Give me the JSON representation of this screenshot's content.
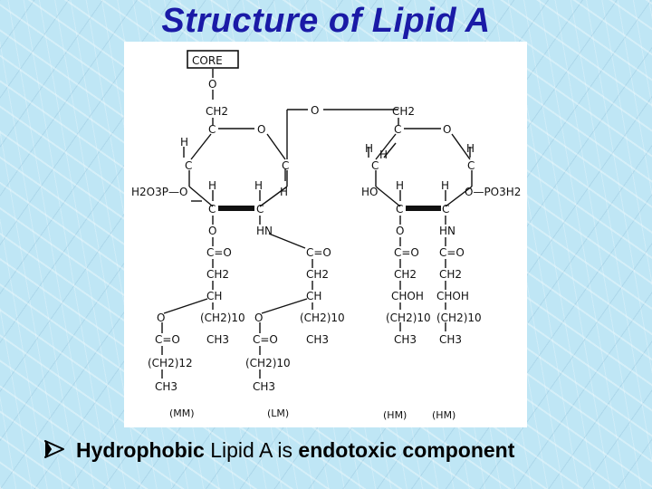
{
  "slide": {
    "title": "Structure of Lipid A",
    "bullet": {
      "part1": "Hydrophobic",
      "part2": " Lipid A is ",
      "part3": "endotoxic component"
    }
  },
  "diagram": {
    "core": "CORE",
    "o": "O",
    "ch2": "CH2",
    "c": "C",
    "h": "H",
    "hn": "HN",
    "c_eq_o": "C=O",
    "ch": "CH",
    "choh": "CHOH",
    "ch3": "CH3",
    "ch2_10": "(CH2)10",
    "ch2_12": "(CH2)12",
    "ho": "HO",
    "phosphate_left": "H2O3P—O",
    "phosphate_right": "O—PO3H2",
    "labels": [
      "(MM)",
      "(LM)",
      "(HM)",
      "(HM)"
    ]
  }
}
